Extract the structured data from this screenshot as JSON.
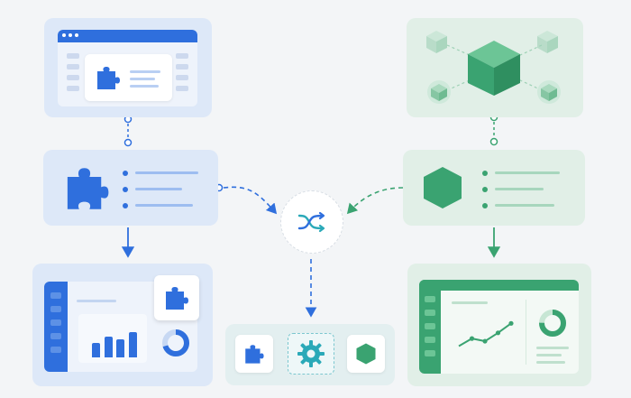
{
  "colors": {
    "background": "#f3f5f7",
    "blue_accent": "#2f6fdd",
    "blue_light": "#9dbdf0",
    "blue_panel": "#dde8f8",
    "green_accent": "#3aa371",
    "green_light": "#a7d6bd",
    "green_panel": "#e1efe7",
    "hub_icon": "#2aa9b8"
  },
  "icons": {
    "blue_source": "puzzle-icon",
    "green_source": "hexagon-icon",
    "green_network": "cube-network-icon",
    "hub": "shuffle-icon",
    "merged": [
      "puzzle-icon",
      "gear-icon",
      "hexagon-icon"
    ]
  },
  "flows": {
    "blue_bar_chart_values": [
      0.38,
      0.55,
      0.48,
      0.66
    ],
    "blue_donut_fraction": 0.7,
    "green_donut_fraction": 0.75,
    "green_line_trend": [
      0.25,
      0.45,
      0.38,
      0.6,
      0.85
    ]
  }
}
